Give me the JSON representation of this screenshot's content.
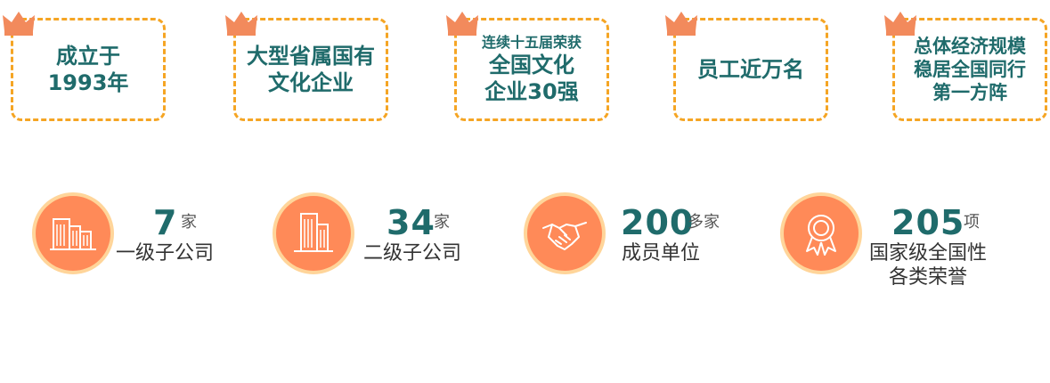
{
  "cards": [
    {
      "lines": [
        "成立于",
        "1993年"
      ]
    },
    {
      "lines": [
        "大型省属国有",
        "文化企业"
      ]
    },
    {
      "top": "连续十五届荣获",
      "lines": [
        "全国文化",
        "企业30强"
      ]
    },
    {
      "lines": [
        "员工近万名"
      ]
    },
    {
      "lines": [
        "总体经济规模",
        "稳居全国同行",
        "第一方阵"
      ]
    }
  ],
  "stats": [
    {
      "num": "7",
      "unit": "家",
      "desc": [
        "一级子公司"
      ],
      "icon": "buildings-icon"
    },
    {
      "num": "34",
      "unit": "家",
      "desc": [
        "二级子公司"
      ],
      "icon": "building-icon"
    },
    {
      "num": "200",
      "unit": "多家",
      "desc": [
        "成员单位"
      ],
      "icon": "handshake-icon"
    },
    {
      "num": "205",
      "unit": "项",
      "desc": [
        "国家级全国性",
        "各类荣誉"
      ],
      "icon": "award-icon"
    }
  ],
  "colors": {
    "accent": "#f5a524",
    "teal": "#1f6b6b",
    "circle": "#ff8a58"
  }
}
